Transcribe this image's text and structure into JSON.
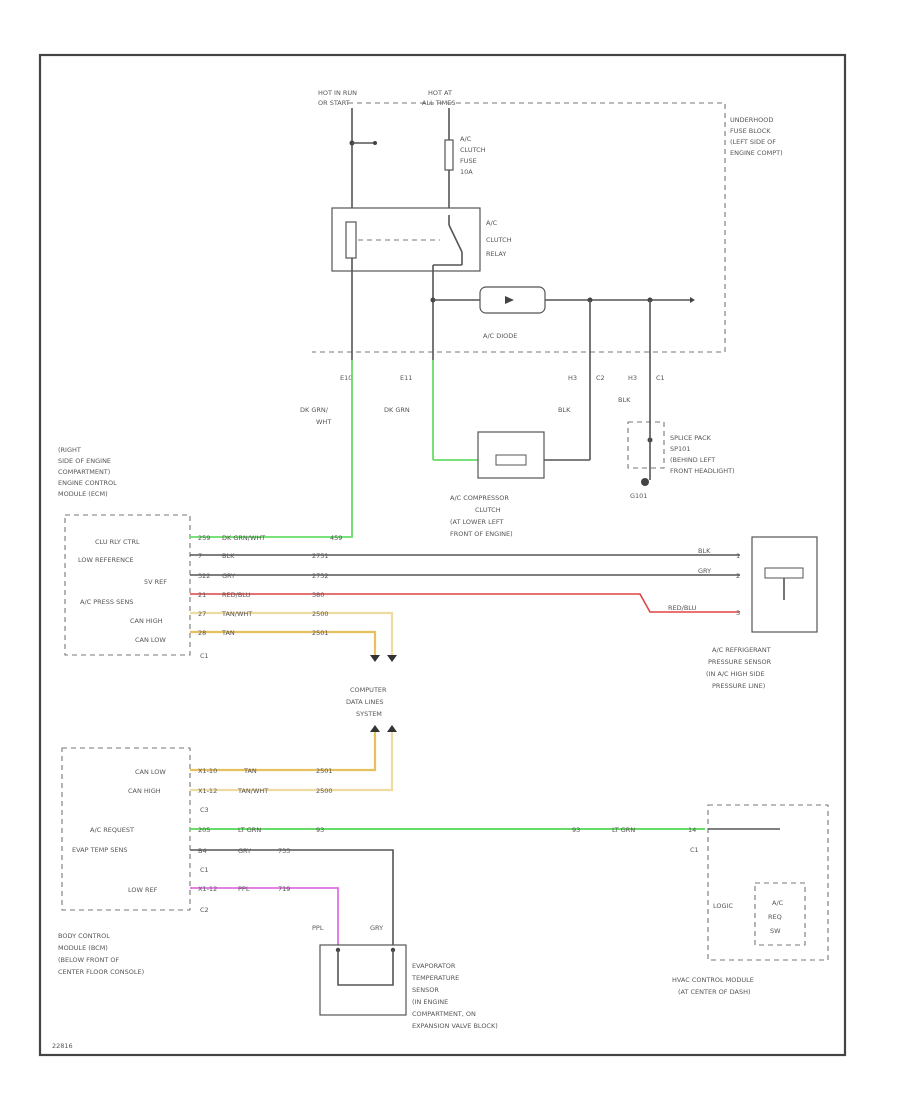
{
  "top": {
    "hot_run_start": [
      "HOT IN RUN",
      "OR START"
    ],
    "hot_all_times": [
      "HOT AT",
      "ALL TIMES"
    ],
    "underhood_fuse": [
      "UNDERHOOD",
      "FUSE BLOCK",
      "(LEFT SIDE OF",
      "ENGINE COMPT)"
    ],
    "clutch_fuse": [
      "A/C",
      "CLUTCH",
      "FUSE",
      "10A"
    ],
    "clutch_relay": [
      "A/C",
      "CLUTCH",
      "RELAY"
    ],
    "diode": "A/C DIODE",
    "pins": [
      "E10",
      "E11",
      "H3",
      "C2",
      "H3",
      "C1"
    ]
  },
  "wires_top": {
    "dk_grn_wht": [
      "DK GRN/",
      "WHT"
    ],
    "dk_grn": "DK GRN",
    "blk1": "BLK",
    "blk2": "BLK"
  },
  "compressor": [
    "A/C COMPRESSOR",
    "CLUTCH",
    "(AT LOWER LEFT",
    "FRONT OF ENGINE)"
  ],
  "splice": [
    "SPLICE PACK",
    "SP101",
    "(BEHIND LEFT",
    "FRONT HEADLIGHT)"
  ],
  "g101": "G101",
  "ecm": {
    "title": [
      "(RIGHT",
      "SIDE OF ENGINE",
      "COMPARTMENT)",
      "ENGINE CONTROL",
      "MODULE (ECM)"
    ],
    "rows": [
      "CLU RLY CTRL",
      "LOW REFERENCE",
      "5V REF",
      "A/C PRESS SENS",
      "CAN HIGH",
      "CAN LOW"
    ],
    "connector": "C1",
    "wire_rows": [
      {
        "pin": "259",
        "color": "DK GRN/WHT",
        "circuit": "459"
      },
      {
        "pin": "7",
        "color": "BLK",
        "circuit": "2751"
      },
      {
        "pin": "322",
        "color": "GRY",
        "circuit": "2752"
      },
      {
        "pin": "21",
        "color": "RED/BLU",
        "circuit": "380"
      },
      {
        "pin": "27",
        "color": "TAN/WHT",
        "circuit": "2500"
      },
      {
        "pin": "28",
        "color": "TAN",
        "circuit": "2501"
      }
    ]
  },
  "sensor_right": {
    "pins": [
      "1",
      "2",
      "3"
    ],
    "colors": [
      "BLK",
      "GRY",
      "RED/BLU"
    ],
    "label": [
      "A/C REFRIGERANT",
      "PRESSURE SENSOR",
      "(IN A/C HIGH SIDE",
      "PRESSURE LINE)"
    ]
  },
  "computer_data": [
    "COMPUTER",
    "DATA LINES",
    "SYSTEM"
  ],
  "bcm": {
    "rows": [
      "CAN LOW",
      "CAN HIGH",
      "A/C REQUEST",
      "EVAP TEMP SENS",
      "LOW REF"
    ],
    "connectors": [
      "C3",
      "C1",
      "C2"
    ],
    "wire_rows": [
      {
        "pin": "X1-10",
        "color": "TAN",
        "circuit": "2501"
      },
      {
        "pin": "X1-12",
        "color": "TAN/WHT",
        "circuit": "2500"
      },
      {
        "pin": "205",
        "color": "LT GRN",
        "circuit": "93"
      },
      {
        "pin": "B4",
        "color": "GRY",
        "circuit": "733"
      },
      {
        "pin": "X1-12",
        "color": "PPL",
        "circuit": "719"
      }
    ],
    "title": [
      "BODY CONTROL",
      "MODULE (BCM)",
      "(BELOW FRONT OF",
      "CENTER FLOOR CONSOLE)"
    ]
  },
  "hvac": {
    "wire": {
      "circuit": "93",
      "color": "LT GRN",
      "pin": "14"
    },
    "connector": "C1",
    "logic": "LOGIC",
    "req": [
      "A/C",
      "REQ",
      "SW"
    ],
    "label": [
      "HVAC CONTROL MODULE",
      "(AT CENTER OF DASH)"
    ]
  },
  "evap": {
    "wires": [
      "PPL",
      "GRY"
    ],
    "label": [
      "EVAPORATOR",
      "TEMPERATURE",
      "SENSOR",
      "(IN ENGINE",
      "COMPARTMENT, ON",
      "EXPANSION VALVE BLOCK)"
    ]
  },
  "figure_id": "22816",
  "colors": {
    "green": "#66dd66",
    "red": "#dd4444",
    "tan": "#e8c060",
    "tan_white": "#eedba0",
    "purple": "#e070e0",
    "wire": "#555555"
  }
}
